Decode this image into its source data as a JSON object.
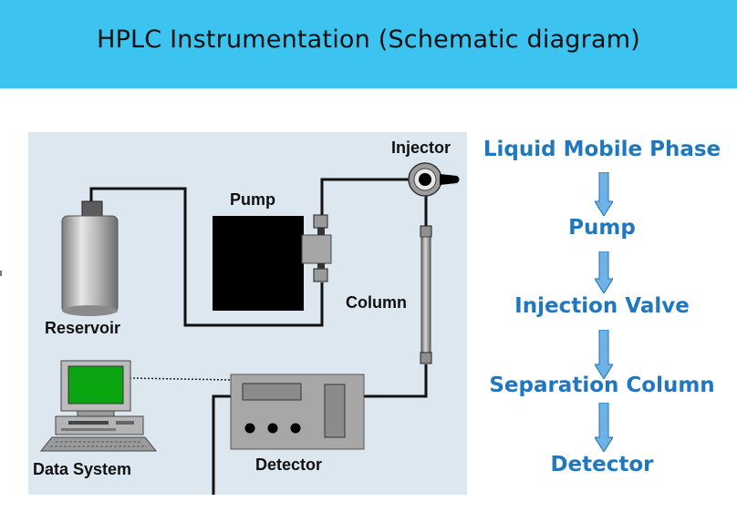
{
  "slide": {
    "title": "HPLC Instrumentation (Schematic diagram)"
  },
  "schematic": {
    "labels": {
      "injector": "Injector",
      "pump": "Pump",
      "reservoir": "Reservoir",
      "column": "Column",
      "detector": "Detector",
      "data_system": "Data System"
    }
  },
  "flow": {
    "steps": [
      "Liquid Mobile Phase",
      "Pump",
      "Injection Valve",
      "Separation Column",
      "Detector"
    ]
  },
  "colors": {
    "title_bar": "#3cc3ef",
    "panel": "#dde7f0",
    "flow_text": "#1f77bf",
    "arrow_fill": "#6fb3e4"
  }
}
